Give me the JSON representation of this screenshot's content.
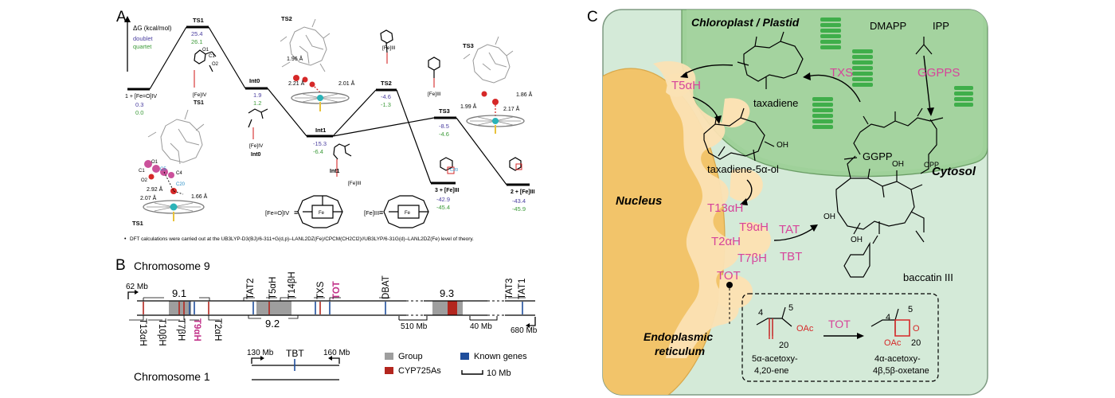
{
  "panel_a": {
    "label": "A",
    "y_axis": "ΔG (kcal/mol)",
    "legend": {
      "doublet": "doublet",
      "quartet": "quartet",
      "doublet_color": "#4b3fa0",
      "quartet_color": "#3d9b3a"
    },
    "states": [
      {
        "name": "1 + [Fe=O]IV",
        "doublet": "0.3",
        "quartet": "0.0"
      },
      {
        "name": "TS1",
        "doublet": "25.4",
        "quartet": "26.1"
      },
      {
        "name": "Int0",
        "doublet": "1.9",
        "quartet": "1.2"
      },
      {
        "name": "Int1",
        "doublet": "-15.3",
        "quartet": "-6.4"
      },
      {
        "name": "TS2",
        "doublet": "-4.6",
        "quartet": "-1.3"
      },
      {
        "name": "TS3",
        "doublet": "-8.5",
        "quartet": "-4.6"
      },
      {
        "name": "3 + [Fe]III",
        "doublet": "-42.9",
        "quartet": "-45.4"
      },
      {
        "name": "2 + [Fe]III",
        "doublet": "-43.4",
        "quartet": "-45.9"
      }
    ],
    "struct_labels": {
      "ts1_struct": "TS1",
      "int0_struct": "Int0",
      "int1_struct": "Int1",
      "ts2_struct": "TS2",
      "ts3_struct": "TS3",
      "ts1_3d": "TS1"
    },
    "fe_labels": {
      "fe_iv_a": "[Fe]IV",
      "fe_iv_b": "[Fe]IV",
      "fe_iii_a": "[Fe]III",
      "fe_iii_b": "[Fe]III",
      "fe_iii_c": "[Fe]III"
    },
    "distances": {
      "ts2_a": "1.96 Å",
      "ts2_b": "2.21 Å",
      "ts2_c": "2.01 Å",
      "ts3_a": "1.86 Å",
      "ts3_b": "1.99 Å",
      "ts3_c": "2.17 Å",
      "ts1_a": "2.92 Å",
      "ts1_b": "2.07 Å",
      "ts1_c": "1.66 Å"
    },
    "atoms": {
      "o1": "O1",
      "o2": "O2",
      "c1": "C1",
      "c4": "C4",
      "c20": "C20",
      "c5": "C5"
    },
    "porphyrin_labels": {
      "fe_o": "[Fe=O]IV",
      "fe": "[Fe]III",
      "equals": "≡"
    },
    "footnote": "DFT calculations were carried out at the UB3LYP-D3(BJ)/6-311+G(d,p)–LANL2DZ(Fe)/CPCM(CH2Cl2)//UB3LYP/6-31G(d)–LANL2DZ(Fe) level of theory."
  },
  "panel_b": {
    "label": "B",
    "chr9_title": "Chromosome 9",
    "chr1_title": "Chromosome 1",
    "coords": {
      "start": "62 Mb",
      "mid": "510 Mb",
      "near_end": "40 Mb",
      "end": "680 Mb",
      "chr1_start": "130 Mb",
      "chr1_end": "160 Mb"
    },
    "regions": {
      "r91": "9.1",
      "r92": "9.2",
      "r93": "9.3"
    },
    "top_genes": [
      "TAT2",
      "T5αH",
      "T14βH",
      "TXS",
      "TOT",
      "DBAT",
      "TAT3",
      "TAT1"
    ],
    "bottom_genes": [
      "T13αH",
      "T10βH",
      "T7βH",
      "T9αH",
      "T2αH"
    ],
    "chr1_gene": "TBT",
    "legend": {
      "group": "Group",
      "cyp": "CYP725As",
      "known": "Known genes",
      "scale": "10 Mb"
    },
    "colors": {
      "group": "#9e9e9e",
      "cyp": "#b3261e",
      "known": "#1f4e9c",
      "highlight": "#c2338a"
    }
  },
  "panel_c": {
    "label": "C",
    "compartments": {
      "chloroplast": "Chloroplast / Plastid",
      "cytosol": "Cytosol",
      "nucleus": "Nucleus",
      "er_line1": "Endoplasmic",
      "er_line2": "reticulum"
    },
    "metabolites": {
      "dmapp": "DMAPP",
      "ipp": "IPP",
      "ggpp": "GGPP",
      "opp": "OPP",
      "taxadiene": "taxadiene",
      "taxadienol": "taxadiene-5α-ol",
      "baccatin": "baccatin III",
      "oh": "OH"
    },
    "enzymes": {
      "txs": "TXS",
      "ggpps": "GGPPS",
      "t5ah": "T5αH",
      "t13ah": "T13αH",
      "t9ah": "T9αH",
      "t2ah": "T2αH",
      "t7bh": "T7βH",
      "tot": "TOT",
      "tat": "TAT",
      "tbt": "TBT"
    },
    "inset": {
      "enzyme": "TOT",
      "substrate_line1": "5α-acetoxy-",
      "substrate_line2": "4,20-ene",
      "product_line1": "4α-acetoxy-",
      "product_line2": "4β,5β-oxetane",
      "n4": "4",
      "n5": "5",
      "n20": "20",
      "oac": "OAc",
      "o": "O"
    },
    "colors": {
      "enzyme": "#d6449a",
      "plastid": "#9fd19a",
      "cell": "#d4ead8",
      "nucleus": "#f2c46a",
      "er": "#fbe2b4"
    }
  }
}
